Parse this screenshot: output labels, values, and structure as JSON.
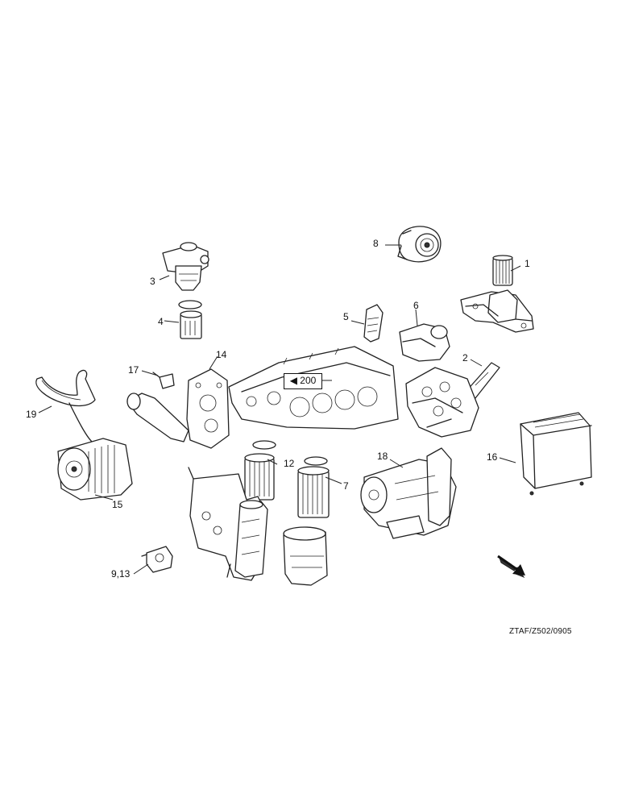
{
  "parts": [
    {
      "id": "1",
      "label": "1"
    },
    {
      "id": "2",
      "label": "2"
    },
    {
      "id": "3",
      "label": "3"
    },
    {
      "id": "4",
      "label": "4"
    },
    {
      "id": "5",
      "label": "5"
    },
    {
      "id": "6",
      "label": "6"
    },
    {
      "id": "7",
      "label": "7"
    },
    {
      "id": "8",
      "label": "8"
    },
    {
      "id": "9-13",
      "label": "9,13"
    },
    {
      "id": "12",
      "label": "12"
    },
    {
      "id": "14",
      "label": "14"
    },
    {
      "id": "15",
      "label": "15"
    },
    {
      "id": "16",
      "label": "16"
    },
    {
      "id": "17",
      "label": "17"
    },
    {
      "id": "18",
      "label": "18"
    },
    {
      "id": "19",
      "label": "19"
    }
  ],
  "reference": {
    "label": "◀ 200"
  },
  "drawing_code": "ZTAF/Z502/0905",
  "orientation_arrow": "arrow-down-right-icon"
}
